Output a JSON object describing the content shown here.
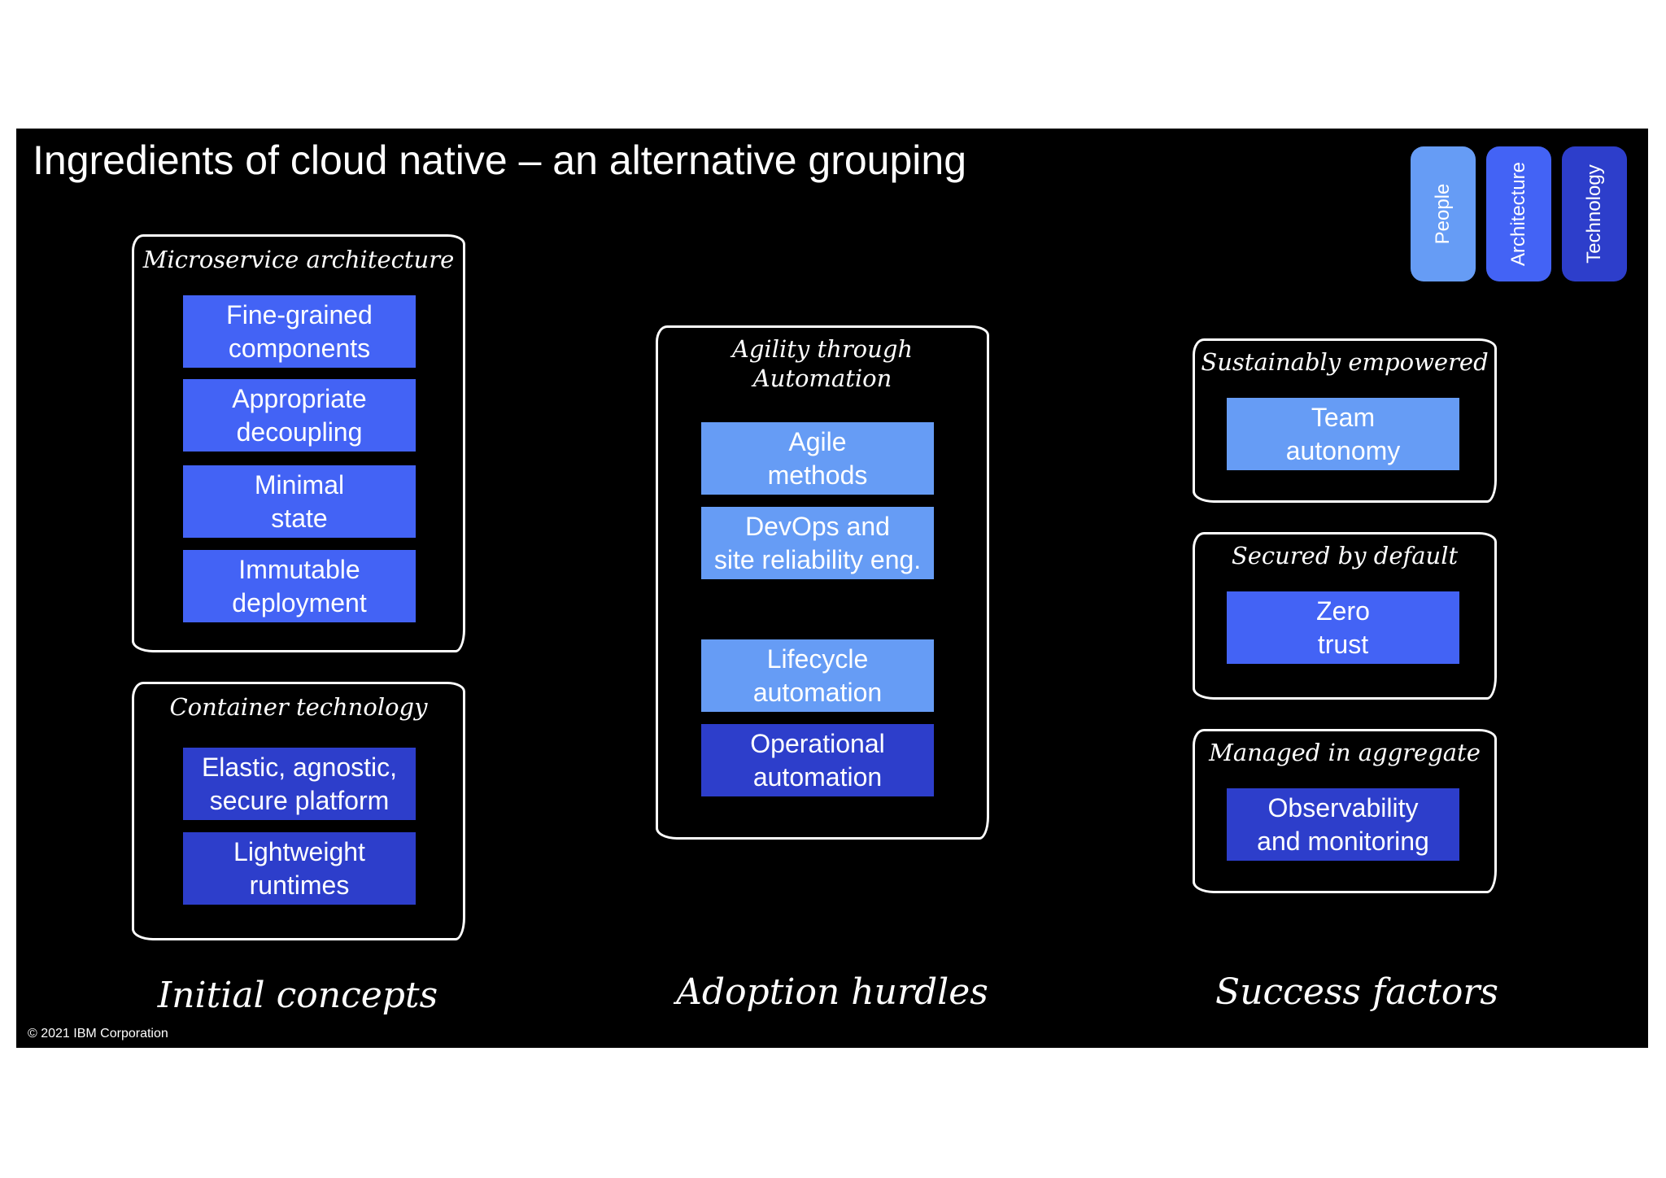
{
  "title": "Ingredients of cloud native – an alternative grouping",
  "legend": [
    {
      "label": "People",
      "color": "#669cf5"
    },
    {
      "label": "Architecture",
      "color": "#4363f5"
    },
    {
      "label": "Technology",
      "color": "#2d3ecb"
    }
  ],
  "groups": {
    "microservice": {
      "title": "Microservice architecture",
      "items": [
        "Fine-grained\ncomponents",
        "Appropriate\ndecoupling",
        "Minimal\nstate",
        "Immutable\ndeployment"
      ]
    },
    "container": {
      "title": "Container technology",
      "items": [
        "Elastic, agnostic,\nsecure platform",
        "Lightweight\nruntimes"
      ]
    },
    "agility": {
      "title": "Agility through\nAutomation",
      "items": [
        "Agile\nmethods",
        "DevOps and\nsite reliability eng.",
        "Lifecycle\nautomation",
        "Operational\nautomation"
      ]
    },
    "sustainably": {
      "title": "Sustainably empowered",
      "items": [
        "Team\nautonomy"
      ]
    },
    "secured": {
      "title": "Secured by default",
      "items": [
        "Zero\ntrust"
      ]
    },
    "managed": {
      "title": "Managed in aggregate",
      "items": [
        "Observability\nand monitoring"
      ]
    }
  },
  "columns": [
    "Initial concepts",
    "Adoption hurdles",
    "Success factors"
  ],
  "copyright": "© 2021 IBM Corporation"
}
